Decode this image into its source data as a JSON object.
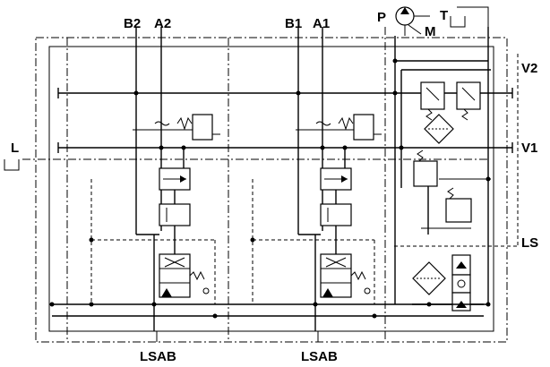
{
  "ports": {
    "b2": "B2",
    "a2": "A2",
    "b1": "B1",
    "a1": "A1",
    "p": "P",
    "m": "M",
    "t": "T",
    "l": "L",
    "v2": "V2",
    "v1": "V1",
    "ls": "LS",
    "lsab_1": "LSAB",
    "lsab_2": "LSAB"
  },
  "icons": {
    "pump": "pump-icon",
    "tank": "tank-icon",
    "filter": "filter-icon",
    "valve": "directional-valve-icon",
    "relief": "relief-valve-icon"
  },
  "colors": {
    "line": "#000000",
    "background": "#ffffff"
  }
}
